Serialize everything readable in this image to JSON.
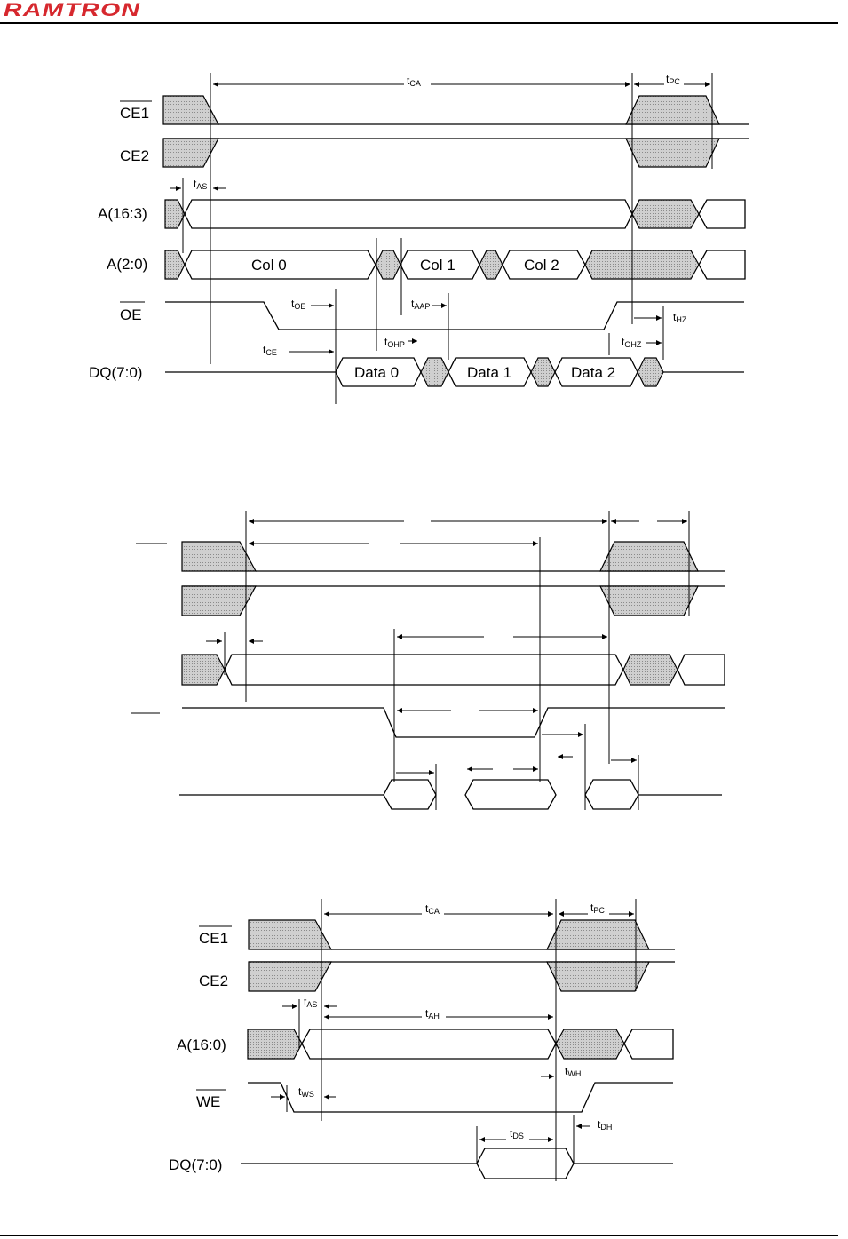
{
  "header": {
    "logo_text": "RAMTRON"
  },
  "diagram1": {
    "signals": [
      "CE1",
      "CE2",
      "A(16:3)",
      "A(2:0)",
      "OE",
      "DQ(7:0)"
    ],
    "columns": [
      "Col 0",
      "Col 1",
      "Col 2"
    ],
    "data": [
      "Data 0",
      "Data 1",
      "Data 2"
    ],
    "timing": {
      "ca": {
        "t": "t",
        "s": "CA"
      },
      "pc": {
        "t": "t",
        "s": "PC"
      },
      "as": {
        "t": "t",
        "s": "AS"
      },
      "oe": {
        "t": "t",
        "s": "OE"
      },
      "aap": {
        "t": "t",
        "s": "AAP"
      },
      "hz": {
        "t": "t",
        "s": "HZ"
      },
      "ohp": {
        "t": "t",
        "s": "OHP"
      },
      "ce": {
        "t": "t",
        "s": "CE"
      },
      "ohz": {
        "t": "t",
        "s": "OHZ"
      }
    }
  },
  "diagram3": {
    "signals": [
      "CE1",
      "CE2",
      "A(16:0)",
      "WE",
      "DQ(7:0)"
    ],
    "timing": {
      "ca": {
        "t": "t",
        "s": "CA"
      },
      "pc": {
        "t": "t",
        "s": "PC"
      },
      "as": {
        "t": "t",
        "s": "AS"
      },
      "ah": {
        "t": "t",
        "s": "AH"
      },
      "wh": {
        "t": "t",
        "s": "WH"
      },
      "ws": {
        "t": "t",
        "s": "WS"
      },
      "ds": {
        "t": "t",
        "s": "DS"
      },
      "dh": {
        "t": "t",
        "s": "DH"
      }
    }
  }
}
